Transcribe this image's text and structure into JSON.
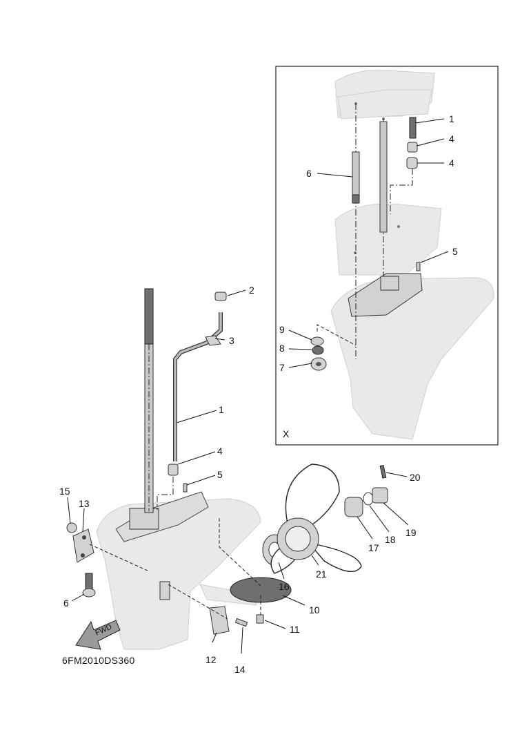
{
  "diagram": {
    "drawing_code": "6FM2010DS360",
    "inset_label": "X",
    "fwd_label": "FWD",
    "callouts": {
      "c1": "1",
      "c2": "2",
      "c3": "3",
      "c4": "4",
      "c5": "5",
      "c6": "6",
      "c10": "10",
      "c11": "11",
      "c12": "12",
      "c13": "13",
      "c14": "14",
      "c15": "15",
      "c16": "16",
      "c17": "17",
      "c18": "18",
      "c19": "19",
      "c20": "20",
      "c21": "21"
    },
    "inset_callouts": {
      "c1": "1",
      "c4a": "4",
      "c4b": "4",
      "c5": "5",
      "c6": "6",
      "c7": "7",
      "c8": "8",
      "c9": "9"
    }
  }
}
